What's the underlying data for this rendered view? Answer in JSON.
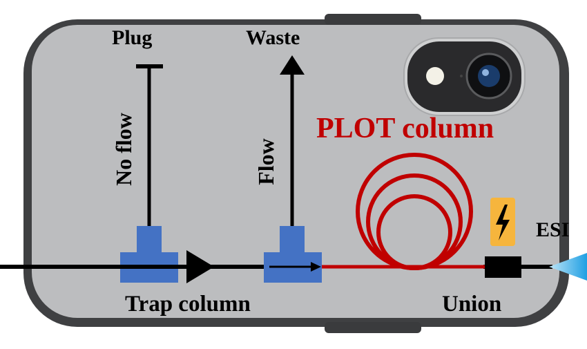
{
  "labels": {
    "plug": "Plug",
    "waste": "Waste",
    "no_flow": "No flow",
    "flow": "Flow",
    "plot_column": "PLOT column",
    "esi": "ESI",
    "trap_column": "Trap column",
    "union": "Union"
  },
  "colors": {
    "case": "#bcbdbf",
    "case_edge": "#58595b",
    "fitting": "#4472c4",
    "flow_line": "#000000",
    "plot_column": "#c00000",
    "high_voltage_badge": "#f6b53d",
    "esi_spray": "#29a9e8"
  },
  "icons": [
    "camera-lens-icon",
    "flash-icon",
    "lightning-bolt-icon",
    "esi-spray-icon"
  ]
}
